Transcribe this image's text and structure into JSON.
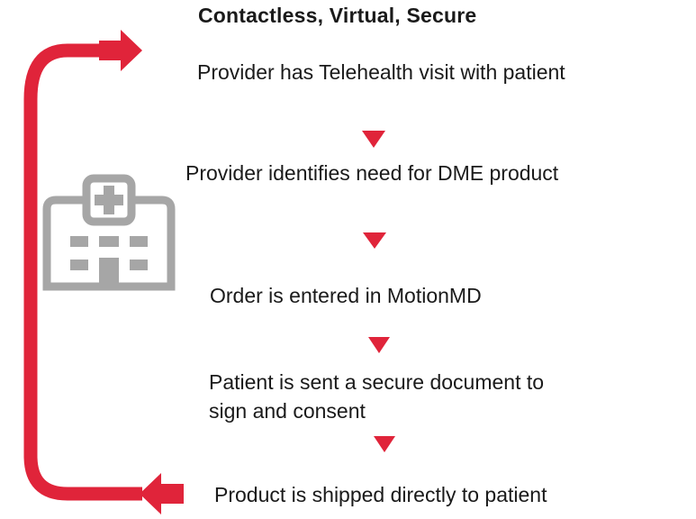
{
  "title": "Contactless, Virtual, Secure",
  "steps": [
    "Provider has Telehealth visit with patient",
    "Provider identifies need for DME product",
    "Order is entered in MotionMD",
    "Patient is sent a secure document to\nsign and consent",
    "Product is shipped directly to patient"
  ],
  "colors": {
    "accent": "#e0243a",
    "icon": "#a6a6a6",
    "text": "#1a1a1a"
  },
  "icons": [
    "hospital-building-icon",
    "cycle-loop-arrow",
    "flow-down-arrow"
  ]
}
